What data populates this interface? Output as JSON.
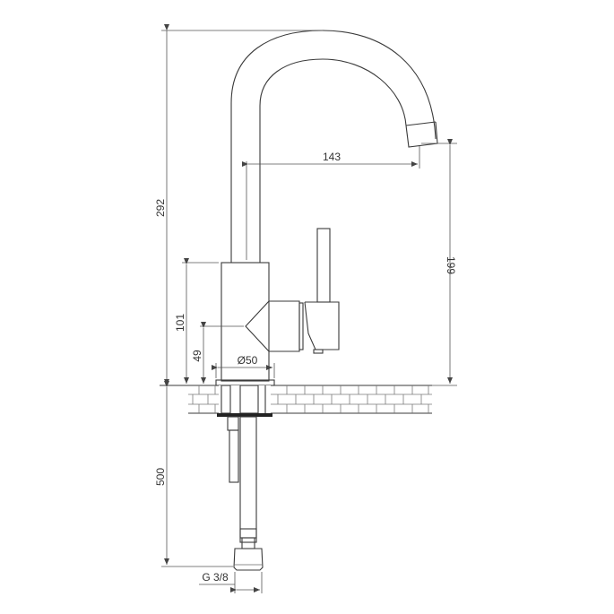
{
  "drawing": {
    "subject": "single-lever basin mixer with swivel spout",
    "colors": {
      "line": "#3a3a3a",
      "dimension": "#555555",
      "background": "#ffffff"
    },
    "dimensions": {
      "total_height": "292",
      "spout_reach": "143",
      "spout_outlet_height": "199",
      "body_height": "101",
      "lever_axis_height": "49",
      "body_diameter": "Ø50",
      "hose_length": "500",
      "hose_connection": "G 3/8"
    }
  }
}
